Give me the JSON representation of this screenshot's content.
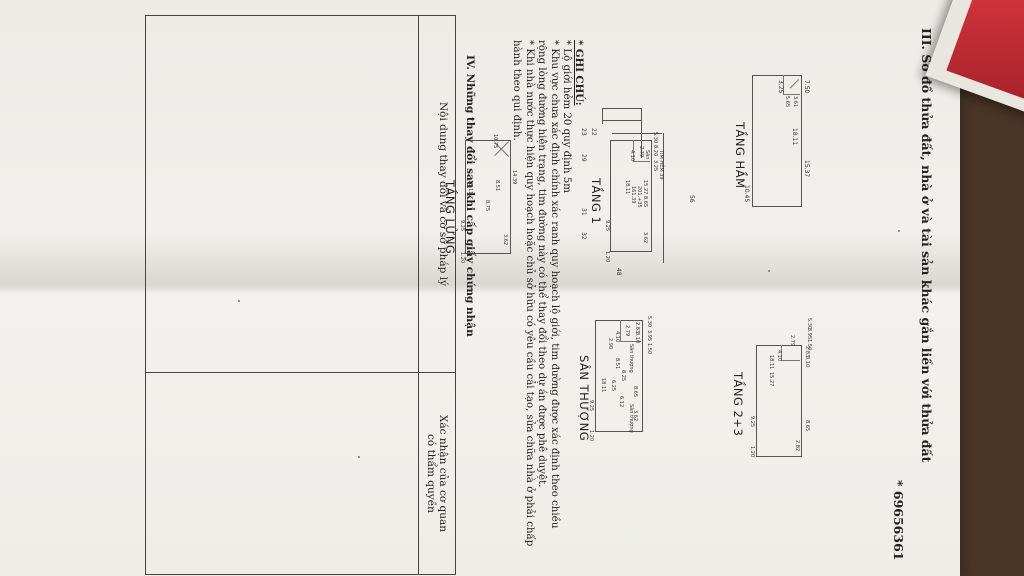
{
  "section3": {
    "title": "III. Sơ đồ thửa đất, nhà ở và tài sản khác gắn liền với thửa đất",
    "doc_number": "* 69656361"
  },
  "plans": {
    "tang_ham": {
      "label": "TẦNG HẦM",
      "dims": [
        "7.50",
        "3.25",
        "3.61",
        "5.65",
        "18.11",
        "15.37",
        "10.45"
      ]
    },
    "tang_23": {
      "label": "TẦNG 2+3",
      "dims": [
        "5.30",
        "3.95",
        "1.50",
        "2.83",
        "3.10",
        "2.79",
        "4.10",
        "18.11",
        "15.27",
        "8.65",
        "2.82",
        "1.20",
        "9.25"
      ]
    },
    "tang_1": {
      "label": "TẦNG 1",
      "dims": [
        "5.30",
        "8.20",
        "3.25",
        "10.75",
        "4.10",
        "2.79",
        "15.27",
        "18.11",
        "8.65",
        "3.62",
        "1.20",
        "9.25",
        "201.+35",
        "161.39"
      ],
      "parcels": [
        "22",
        "23",
        "29",
        "31",
        "32",
        "48",
        "56"
      ],
      "alley": "TIM HẺM 39",
      "room": "Sân"
    },
    "san_thuong": {
      "label": "SÂN THƯỢNG",
      "dims": [
        "5.30",
        "3.95",
        "1.50",
        "2.83",
        "3.10",
        "2.79",
        "2.90",
        "4.10",
        "8.51",
        "8.25",
        "6.25",
        "6.12",
        "18.11",
        "8.65",
        "3.62",
        "1.20",
        "9.25"
      ],
      "rooms": [
        "Sân thượng",
        "Sân thượng"
      ]
    },
    "tang_lung": {
      "label": "TẦNG LỬNG",
      "dims": [
        "14.39",
        "10.75",
        "8.51",
        "8.75",
        "3.62",
        "18.11",
        "1.20",
        "9.25"
      ]
    }
  },
  "notes": {
    "title": "* GHI CHÚ:",
    "lines": [
      "* Lộ giới hẻm 20 quy định 5m",
      "* Khu vực chưa xác định chính xác ranh quy hoạch lộ giới, tim đường được xác định theo chiều rộng lòng đường hiện trạng, tim đường này có thể thay đổi theo dự án được phê duyệt.",
      "* Khi nhà nước thực hiện quy hoạch hoặc chủ sở hữu có yêu cầu cải tạo, sửa chữa nhà ở phải chấp hành theo qui định."
    ]
  },
  "section4": {
    "title": "IV. Những thay đổi sau khi cấp giấy chứng nhận",
    "col1": "Nội dung thay đổi và cơ sở pháp lý",
    "col2_line1": "Xác nhận của cơ quan",
    "col2_line2": "có thẩm quyền"
  }
}
